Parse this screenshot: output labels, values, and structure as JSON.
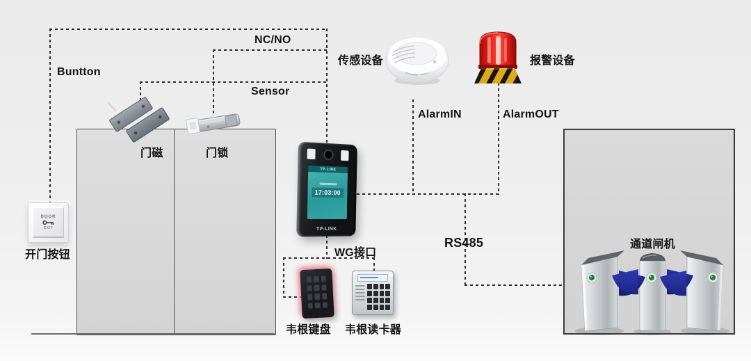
{
  "wiring_labels": {
    "button": "Buntton",
    "nc_no": "NC/NO",
    "sensor": "Sensor",
    "alarm_in": "AlarmIN",
    "alarm_out": "AlarmOUT",
    "rs485": "RS485",
    "wg_interface": "WG接口"
  },
  "device_labels": {
    "sensor_device": "传感设备",
    "alarm_device": "报警设备",
    "door_magnet": "门磁",
    "door_lock": "门锁",
    "exit_button": "开门按钮",
    "wiegand_keypad": "韦根键盘",
    "wiegand_reader": "韦根读卡器",
    "turnstile": "通道闸机"
  },
  "face_terminal": {
    "screen_header": "TP-LINK",
    "time": "17:03:00",
    "brand": "TP-LINK"
  },
  "exit_button_device": {
    "top_text": "DOOR",
    "bottom_text": "EXIT"
  },
  "colors": {
    "dash_line": "#2c2c2c",
    "label_text": "#141414",
    "door_fill": "#d9d9d9",
    "screen_teal": "#2e9fa0",
    "alarm_red": "#e5211a",
    "gate_wing_blue": "#202d92",
    "keypad_glow_pink": "#ec7a84",
    "background": "#efefef"
  }
}
